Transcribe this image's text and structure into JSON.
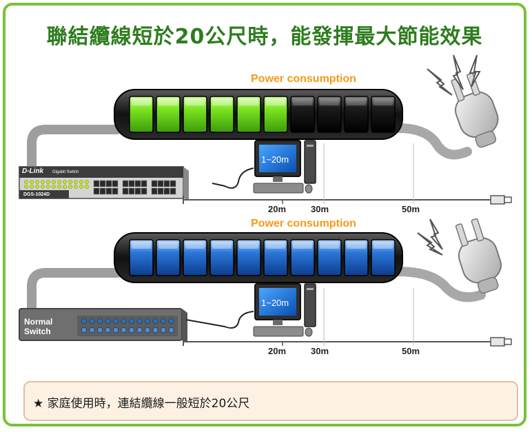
{
  "title": "聯結纜線短於20公尺時，能發揮最大節能效果",
  "colors": {
    "frame": "#78c23a",
    "title": "#2e7c1e",
    "accent": "#f59a16",
    "green_cell": "#6fdc1e",
    "blue_cell": "#1f6fd0",
    "tip_bg": "#fdf1e4"
  },
  "top_panel": {
    "power_label": "Power consumption",
    "meter_cells_total": 10,
    "meter_cells_lit": 6,
    "switch_logo": "D-Link",
    "switch_subtitle": "Gigabit Switch",
    "switch_model": "DGS-1024D",
    "monitor_label": "1~20m",
    "distances": [
      "20m",
      "30m",
      "50m"
    ]
  },
  "bottom_panel": {
    "power_label": "Power consumption",
    "meter_cells_total": 10,
    "meter_cells_lit": 10,
    "switch_label_line1": "Normal",
    "switch_label_line2": "Switch",
    "monitor_label": "1~20m",
    "distances": [
      "20m",
      "30m",
      "50m"
    ]
  },
  "tip": {
    "icon": "star-icon",
    "text": "★ 家庭使用時，連結纜線一般短於20公尺"
  }
}
